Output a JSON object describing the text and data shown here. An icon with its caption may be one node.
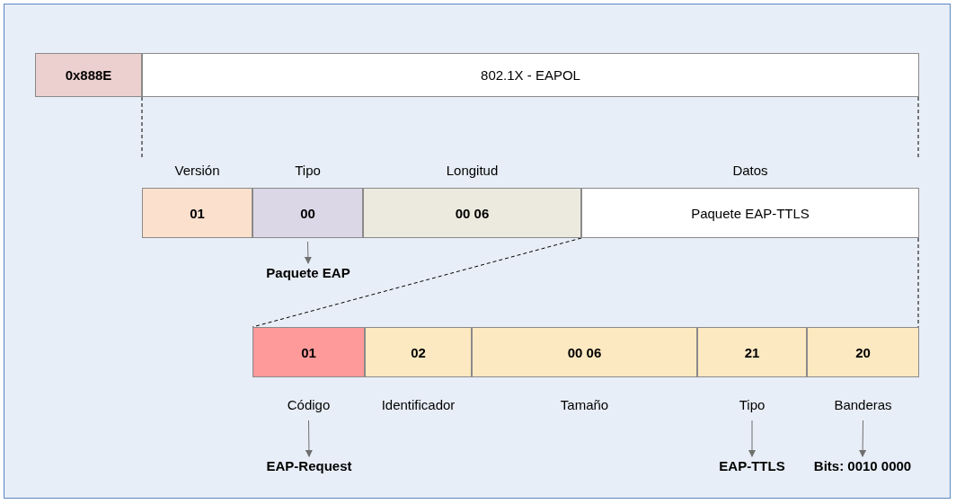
{
  "diagram": {
    "nodes": [
      {
        "text": [
          "0x888E"
        ]
      },
      {
        "text": [
          "802.1X - EAPOL"
        ]
      },
      {
        "text": [
          "Versión",
          "01"
        ]
      },
      {
        "text": [
          "Tipo",
          "00"
        ]
      },
      {
        "text": [
          "Longitud",
          "00 06"
        ]
      },
      {
        "text": [
          "Datos",
          "Paquete EAP-TTLS"
        ]
      },
      {
        "text": [
          "Paquete EAP"
        ]
      },
      {
        "text": [
          "01",
          "Código"
        ]
      },
      {
        "text": [
          "02",
          "Identificador"
        ]
      },
      {
        "text": [
          "00 06",
          "Tamaño"
        ]
      },
      {
        "text": [
          "21",
          "Tipo"
        ]
      },
      {
        "text": [
          "20",
          "Banderas"
        ]
      },
      {
        "text": [
          "EAP-Request"
        ]
      },
      {
        "text": [
          "EAP-TTLS"
        ]
      },
      {
        "text": [
          "Bits: 0010 0000"
        ]
      }
    ],
    "edges": [
      {
        "from": 1,
        "to": 2,
        "arrow": "none",
        "style": "dashed"
      },
      {
        "from": 1,
        "to": 5,
        "arrow": "none",
        "style": "dashed"
      },
      {
        "from": 3,
        "to": 6,
        "arrow": "to",
        "color": "#6f6f6f"
      },
      {
        "from": 5,
        "to": 7,
        "arrow": "none",
        "style": "dashed"
      },
      {
        "from": 5,
        "to": 11,
        "arrow": "none",
        "style": "dashed"
      },
      {
        "from": 7,
        "to": 12,
        "arrow": "to",
        "color": "#6f6f6f"
      },
      {
        "from": 10,
        "to": 13,
        "arrow": "to",
        "color": "#6f6f6f"
      },
      {
        "from": 11,
        "to": 14,
        "arrow": "to",
        "color": "#6f6f6f"
      }
    ]
  }
}
